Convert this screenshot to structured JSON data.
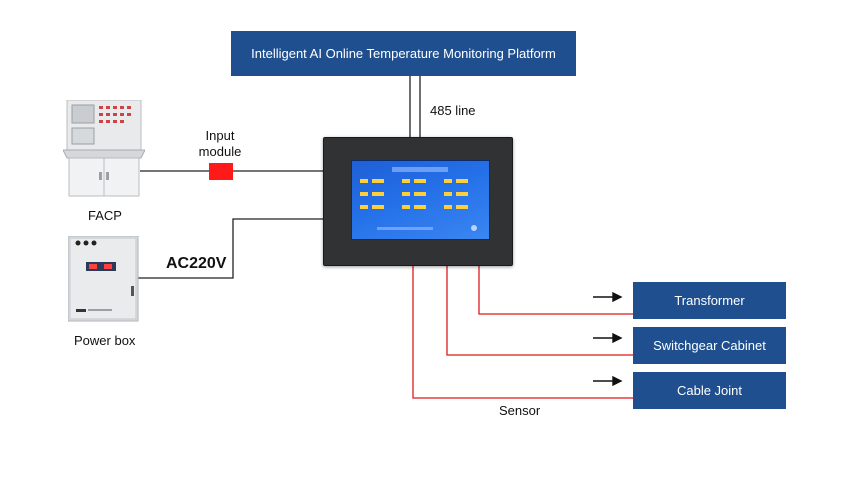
{
  "platform": {
    "title": "Intelligent AI Online Temperature Monitoring Platform"
  },
  "link_label": "485 line",
  "input_module_label_line1": "Input",
  "input_module_label_line2": "module",
  "facp_label": "FACP",
  "power_label": "AC220V",
  "power_box_label": "Power box",
  "sensor_label": "Sensor",
  "targets": [
    {
      "label": "Transformer"
    },
    {
      "label": "Switchgear Cabinet"
    },
    {
      "label": "Cable Joint"
    }
  ],
  "colors": {
    "box_blue": "#1f4f8f",
    "sensor_red": "#e0191b",
    "module_red": "#ff1a1a"
  }
}
